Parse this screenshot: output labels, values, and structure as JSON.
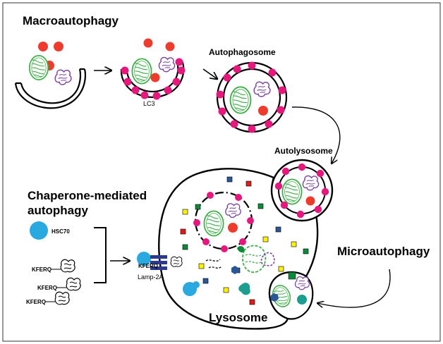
{
  "labels": {
    "macroautophagy": "Macroautophagy",
    "lc3": "LC3",
    "autophagosome": "Autophagosome",
    "autolysosome": "Autolysosome",
    "chaperone_line1": "Chaperone-mediated",
    "chaperone_line2": "autophagy",
    "hsc70": "HSC70",
    "kferq": "KFERQ",
    "lamp2a": "Lamp-2A",
    "microautophagy": "Microautophagy",
    "lysosome": "Lysosome"
  },
  "colors": {
    "membrane": "#000000",
    "lc3_dot": "#e8177e",
    "cargo_red": "#ef3b2c",
    "mitochondrion": "#3fae49",
    "protein_aggregate": "#7b3fa0",
    "hsc70": "#29a9e0",
    "lamp2a": "#2b3990",
    "square_yellow": "#fff200",
    "square_red": "#e31a1c",
    "square_green": "#0a8a3a",
    "square_blue": "#2b5797",
    "teal_blob": "#1b9e8f"
  },
  "icons": [
    "mitochondrion-icon",
    "protein-aggregate-icon",
    "unfolded-protein-icon",
    "hsc70-chaperone-icon"
  ]
}
